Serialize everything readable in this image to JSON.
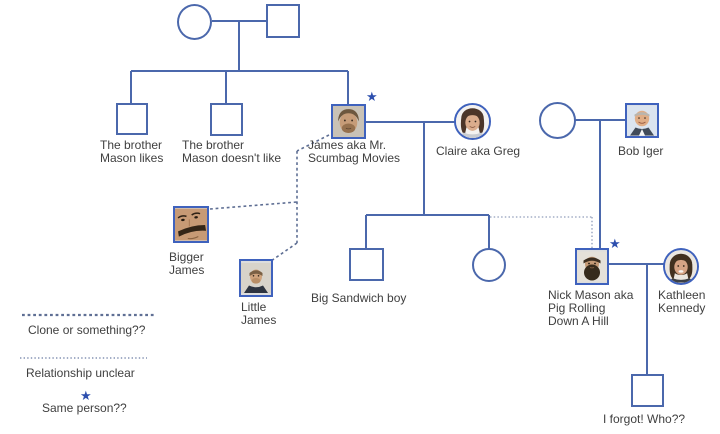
{
  "colors": {
    "line": "#4b68ac",
    "photo_border": "#3f62bd",
    "clone_line": "#5f6f94",
    "unclear_line": "#a3aec6",
    "star": "#2d4fae",
    "text": "#3f3f3f"
  },
  "icons": {
    "same_person_star": "★"
  },
  "people": {
    "brother_liked": {
      "label": "The brother\nMason likes"
    },
    "brother_disliked": {
      "label": "The brother\nMason doesn't like"
    },
    "james": {
      "label": "James aka Mr.\nScumbag Movies"
    },
    "claire": {
      "label": "Claire aka Greg"
    },
    "bob_iger": {
      "label": "Bob Iger"
    },
    "bigger_james": {
      "label": "Bigger\nJames"
    },
    "little_james": {
      "label": "Little\nJames"
    },
    "big_sandwich_boy": {
      "label": "Big Sandwich boy"
    },
    "nick_mason": {
      "label": "Nick Mason aka\nPig Rolling\nDown A Hill"
    },
    "kathleen_kennedy": {
      "label": "Kathleen\nKennedy"
    },
    "unknown_child": {
      "label": "I forgot! Who??"
    }
  },
  "legend": {
    "clone": {
      "style": "dashed",
      "label": "Clone or something??"
    },
    "unclear": {
      "style": "dotted",
      "label": "Relationship unclear"
    },
    "same_person": {
      "style": "star",
      "label": "Same person??"
    }
  }
}
